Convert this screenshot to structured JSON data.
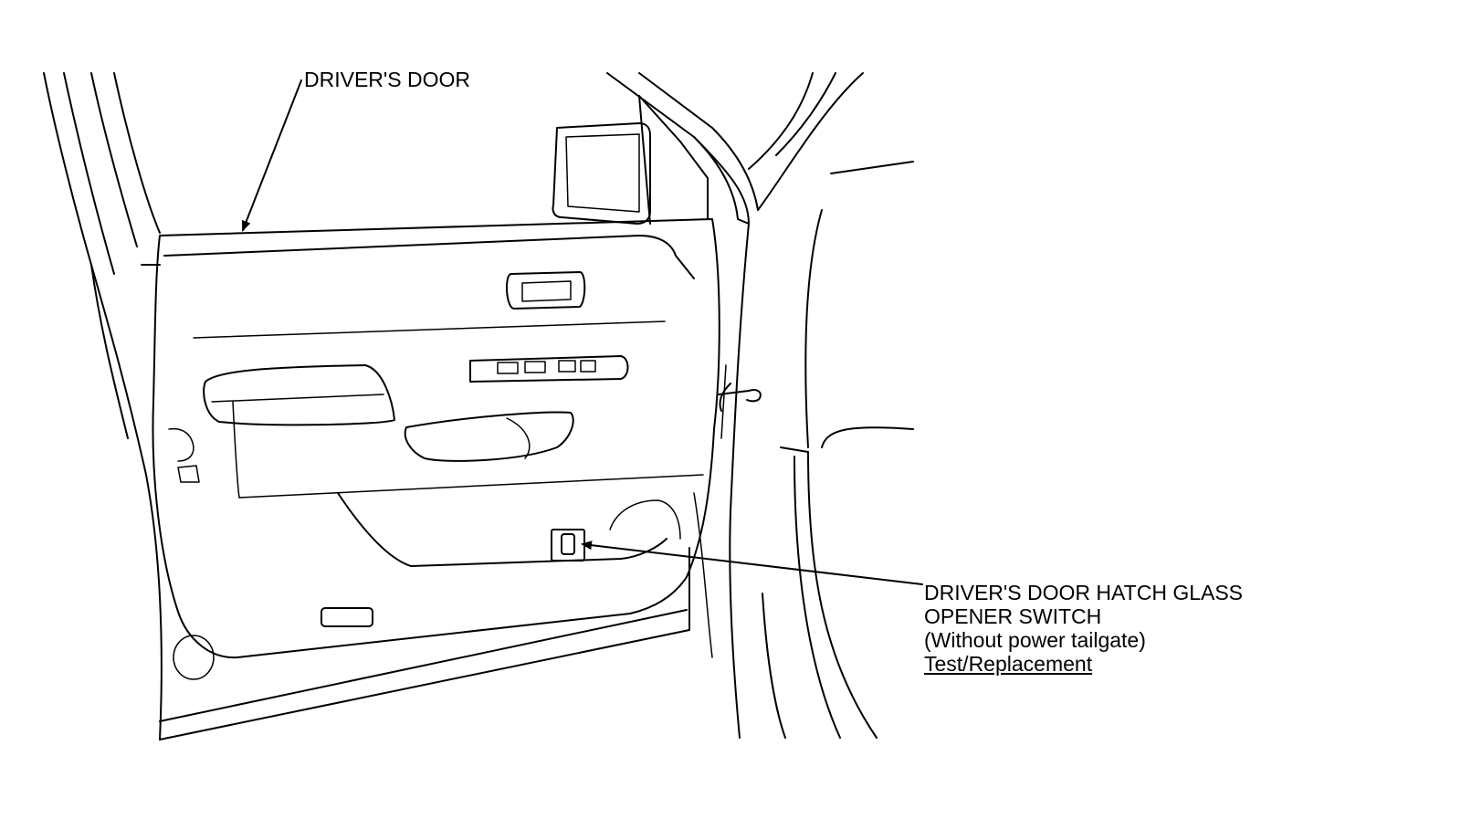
{
  "labels": {
    "drivers_door": "DRIVER'S DOOR",
    "switch_line1": "DRIVER'S DOOR HATCH GLASS",
    "switch_line2": "OPENER SWITCH",
    "switch_note": "(Without power tailgate)",
    "switch_link": "Test/Replacement"
  }
}
